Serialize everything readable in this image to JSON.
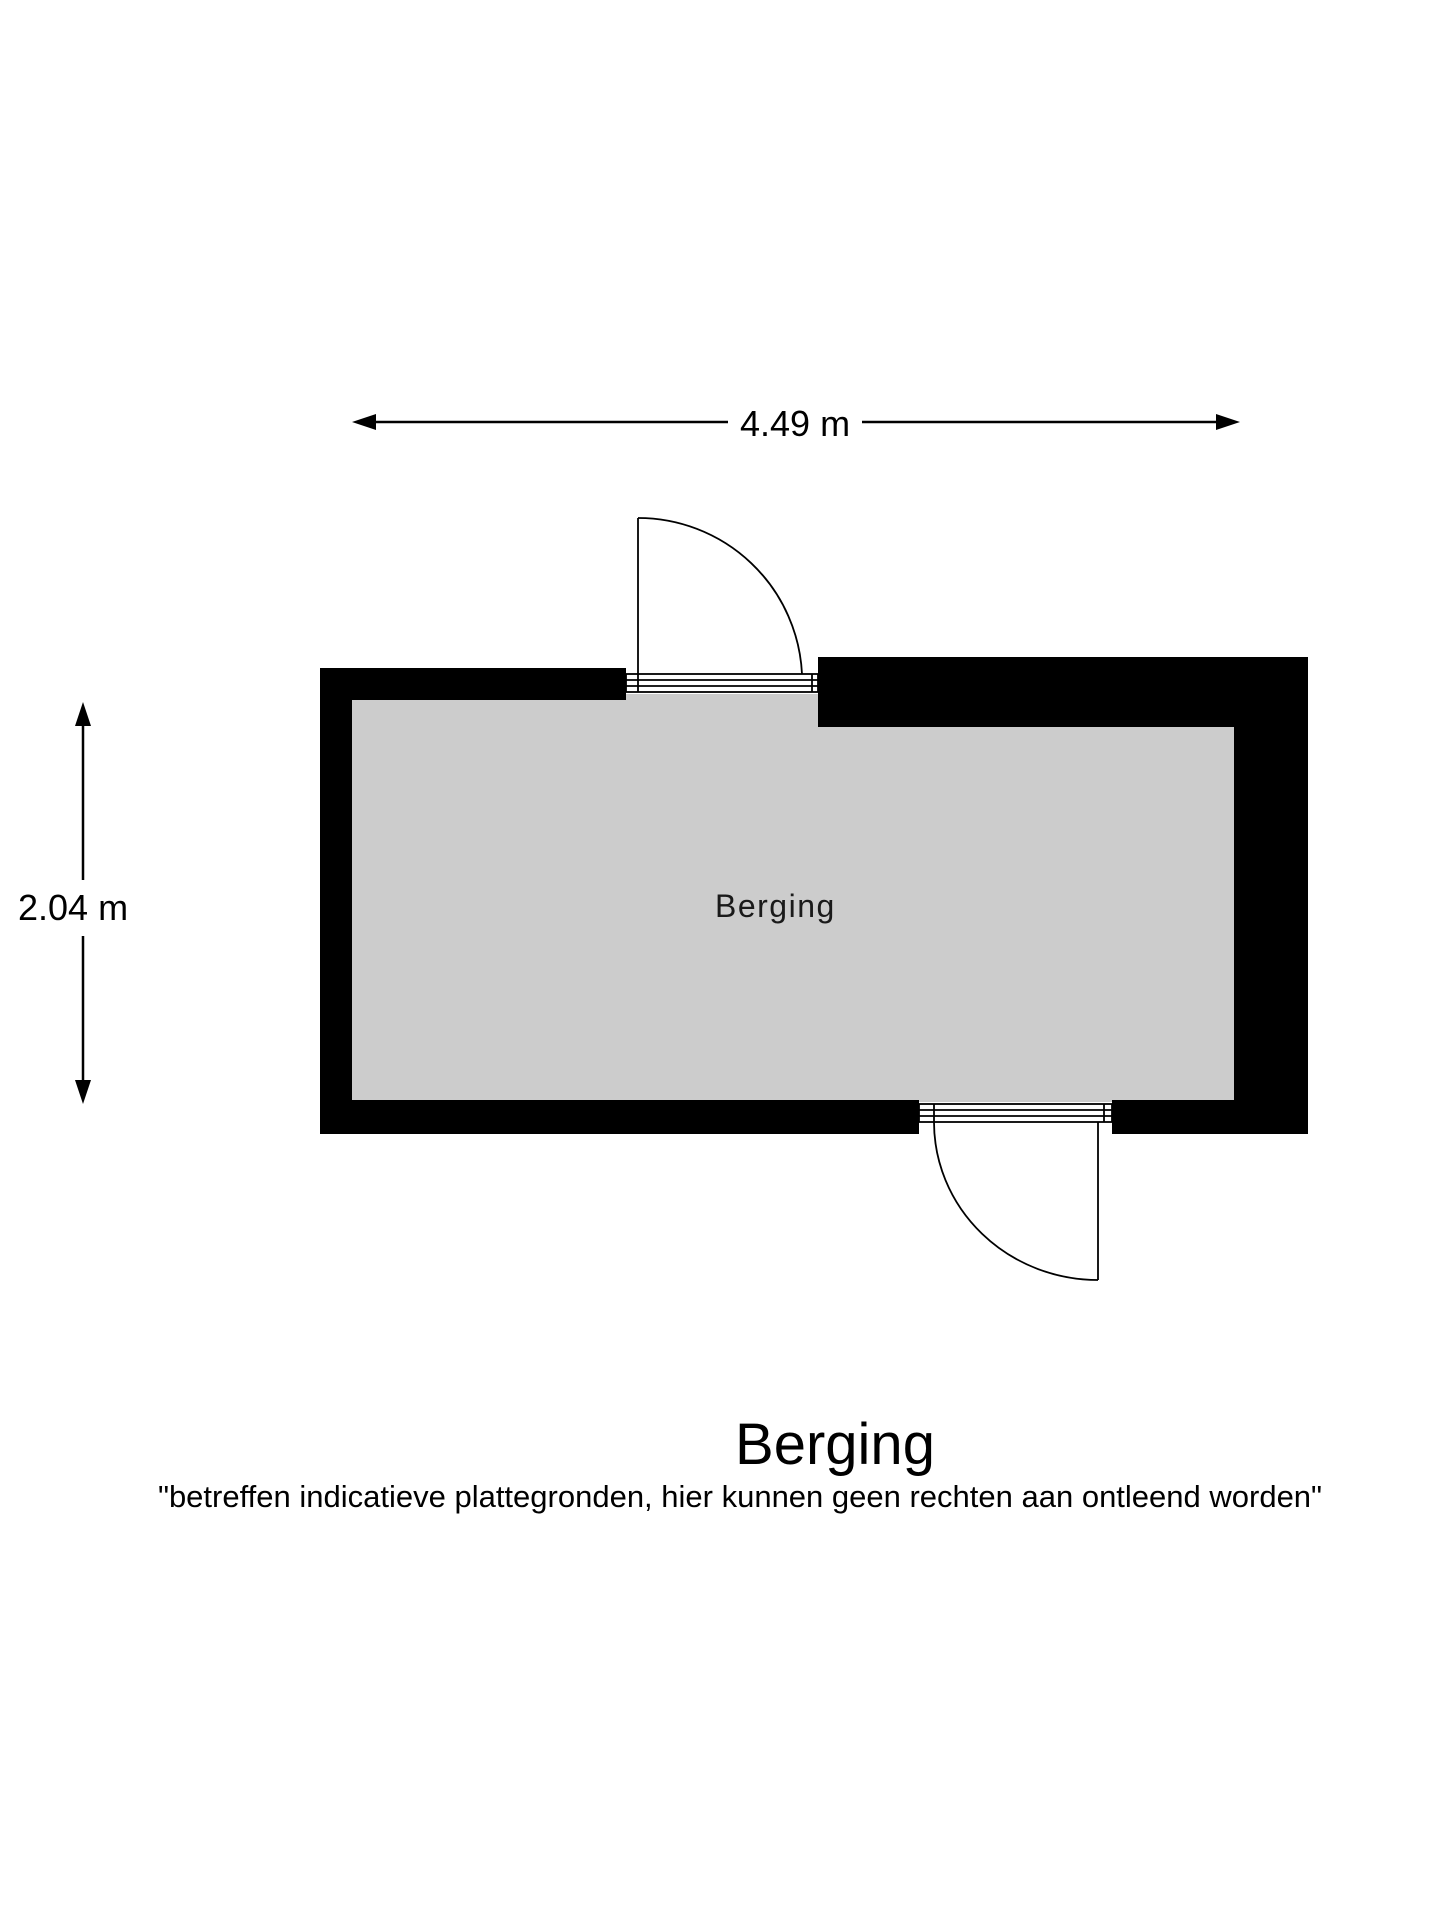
{
  "floorplan": {
    "dimension_width": "4.49 m",
    "dimension_height": "2.04 m",
    "room_label": "Berging",
    "title": "Berging",
    "disclaimer": "\"betreffen indicatieve plattegronden, hier kunnen geen rechten aan ontleend worden\""
  },
  "colors": {
    "wall": "#000000",
    "floor": "#cccccc",
    "background": "#ffffff",
    "line": "#000000"
  }
}
